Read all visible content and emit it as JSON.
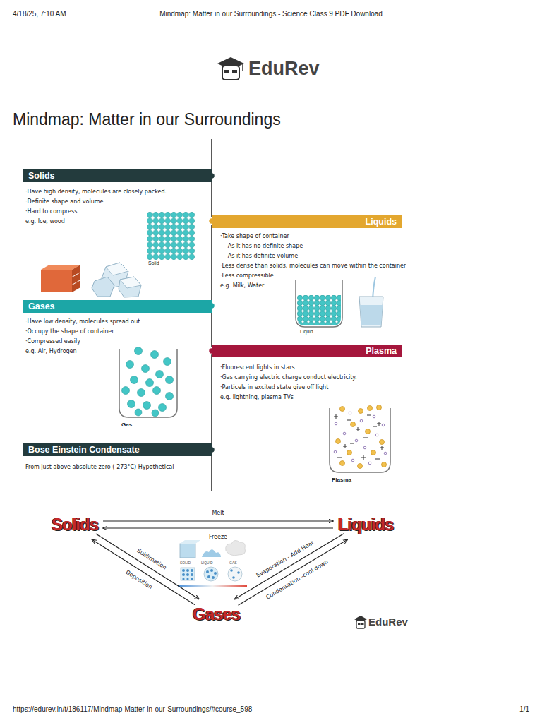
{
  "diagram": {
    "title": "Mindmap: Matter in our Surroundings",
    "nodes": [
      {
        "text": [
          "Solids",
          "·Have high density, molecules are closely packed.",
          "·Definite shape and volume",
          "·Hard to compress",
          "e.g. Ice, wood"
        ]
      },
      {
        "text": [
          "Liquids",
          "·Take shape of container",
          "-As it has no definite shape",
          "-As it has definite volume",
          "·Less dense than solids, molecules can move within the container",
          "·Less compressible",
          "e.g. Milk, Water"
        ]
      },
      {
        "text": [
          "Gases",
          "·Have low density, molecules spread out",
          "·Occupy the shape of container",
          "·Compressed easily",
          "e.g. Air, Hydrogen"
        ]
      },
      {
        "text": [
          "Plasma",
          "·Fluorescent lights in stars",
          "·Gas carrying electric charge conduct electricity.",
          "·Particels in excited state give off light",
          "e.g. lightning, plasma TVs"
        ]
      },
      {
        "text": [
          "Bose Einstein Condensate",
          "From just above absolute zero (-273°C) Hypothetical"
        ]
      },
      {
        "text": [
          "Solids"
        ]
      },
      {
        "text": [
          "Liquids"
        ]
      },
      {
        "text": [
          "Gases"
        ]
      }
    ],
    "edges": [
      {
        "from": 5,
        "to": 6,
        "label": "Melt",
        "arrow": "to"
      },
      {
        "from": 6,
        "to": 5,
        "label": "Freeze",
        "arrow": "to"
      },
      {
        "from": 5,
        "to": 7,
        "label": "Sublimation",
        "arrow": "to"
      },
      {
        "from": 7,
        "to": 5,
        "label": "Deposition",
        "arrow": "to"
      },
      {
        "from": 6,
        "to": 7,
        "label": "Evaporation - Add Heat",
        "arrow": "to"
      },
      {
        "from": 7,
        "to": 6,
        "label": "Condensation -cool down",
        "arrow": "to"
      }
    ],
    "labels": [
      "4/18/25, 7:10 AM",
      "Mindmap: Matter in our Surroundings - Science Class 9 PDF Download",
      "EduRev",
      "Solid",
      "Liquid",
      "Gas",
      "Plasma",
      "SOLID",
      "LIQUID",
      "GAS",
      "EduRev",
      "https://edurev.in/t/186117/Mindmap-Matter-in-our-Surroundings/#course_598",
      "1/1"
    ]
  }
}
